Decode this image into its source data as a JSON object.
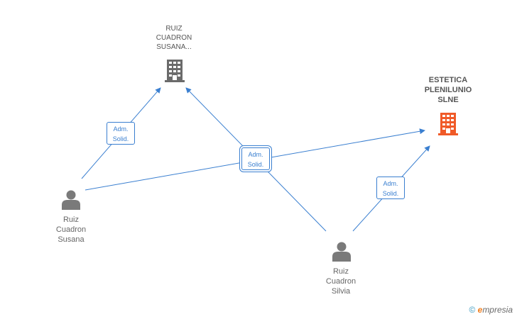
{
  "nodes": {
    "company_ruiz": {
      "name": "RUIZ\nCUADRON\nSUSANA...",
      "type": "company",
      "color": "#6b6b6b"
    },
    "company_estetica": {
      "name": "ESTETICA\nPLENILUNIO\nSLNE",
      "type": "company",
      "color": "#f05a28"
    },
    "person_susana": {
      "name": "Ruiz\nCuadron\nSusana",
      "type": "person",
      "color": "#7a7a7a"
    },
    "person_silvia": {
      "name": "Ruiz\nCuadron\nSilvia",
      "type": "person",
      "color": "#7a7a7a"
    }
  },
  "edges": [
    {
      "from": "person_susana",
      "to": "company_ruiz",
      "label_line1": "Adm.",
      "label_line2": "Solid."
    },
    {
      "from": "person_silvia",
      "to": "company_ruiz",
      "label_line1": "Adm.",
      "label_line2": "Solid."
    },
    {
      "from": "person_susana",
      "to": "company_estetica",
      "label_line1": "Adm.",
      "label_line2": "Solid."
    },
    {
      "from": "person_silvia",
      "to": "company_estetica",
      "label_line1": "Adm.",
      "label_line2": "Solid."
    }
  ],
  "edge_color": "#3a7fd0",
  "watermark": {
    "symbol": "©",
    "brand_first": "e",
    "brand_rest": "mpresia"
  }
}
